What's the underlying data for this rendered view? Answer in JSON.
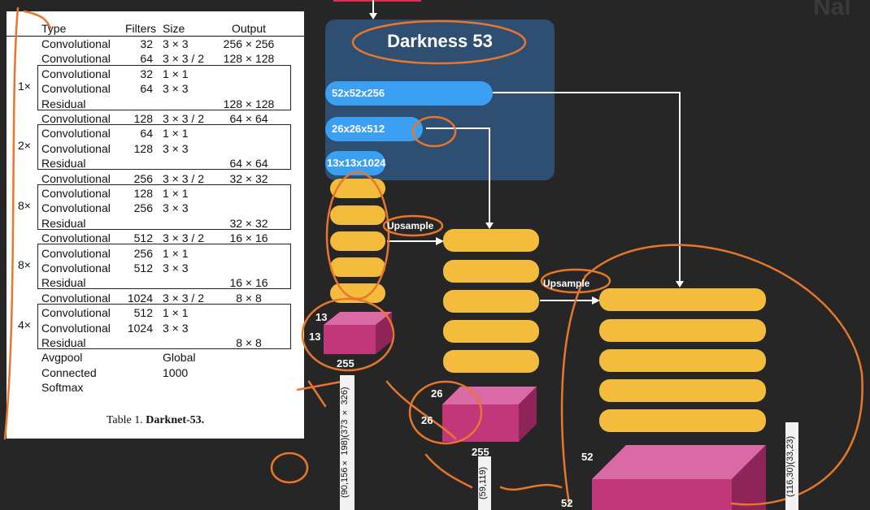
{
  "table": {
    "headers": {
      "type": "Type",
      "filters": "Filters",
      "size": "Size",
      "output": "Output"
    },
    "rows": [
      {
        "type": "Convolutional",
        "filters": "32",
        "size": "3 × 3",
        "output": "256 × 256"
      },
      {
        "type": "Convolutional",
        "filters": "64",
        "size": "3 × 3 / 2",
        "output": "128 × 128"
      },
      {
        "type": "Convolutional",
        "filters": "32",
        "size": "1 × 1",
        "output": ""
      },
      {
        "type": "Convolutional",
        "filters": "64",
        "size": "3 × 3",
        "output": ""
      },
      {
        "type": "Residual",
        "filters": "",
        "size": "",
        "output": "128 × 128"
      },
      {
        "type": "Convolutional",
        "filters": "128",
        "size": "3 × 3 / 2",
        "output": "64 × 64"
      },
      {
        "type": "Convolutional",
        "filters": "64",
        "size": "1 × 1",
        "output": ""
      },
      {
        "type": "Convolutional",
        "filters": "128",
        "size": "3 × 3",
        "output": ""
      },
      {
        "type": "Residual",
        "filters": "",
        "size": "",
        "output": "64 × 64"
      },
      {
        "type": "Convolutional",
        "filters": "256",
        "size": "3 × 3 / 2",
        "output": "32 × 32"
      },
      {
        "type": "Convolutional",
        "filters": "128",
        "size": "1 × 1",
        "output": ""
      },
      {
        "type": "Convolutional",
        "filters": "256",
        "size": "3 × 3",
        "output": ""
      },
      {
        "type": "Residual",
        "filters": "",
        "size": "",
        "output": "32 × 32"
      },
      {
        "type": "Convolutional",
        "filters": "512",
        "size": "3 × 3 / 2",
        "output": "16 × 16"
      },
      {
        "type": "Convolutional",
        "filters": "256",
        "size": "1 × 1",
        "output": ""
      },
      {
        "type": "Convolutional",
        "filters": "512",
        "size": "3 × 3",
        "output": ""
      },
      {
        "type": "Residual",
        "filters": "",
        "size": "",
        "output": "16 × 16"
      },
      {
        "type": "Convolutional",
        "filters": "1024",
        "size": "3 × 3 / 2",
        "output": "8 × 8"
      },
      {
        "type": "Convolutional",
        "filters": "512",
        "size": "1 × 1",
        "output": ""
      },
      {
        "type": "Convolutional",
        "filters": "1024",
        "size": "3 × 3",
        "output": ""
      },
      {
        "type": "Residual",
        "filters": "",
        "size": "",
        "output": "8 × 8"
      },
      {
        "type": "Avgpool",
        "filters": "",
        "size": "Global",
        "output": ""
      },
      {
        "type": "Connected",
        "filters": "",
        "size": "1000",
        "output": ""
      },
      {
        "type": "Softmax",
        "filters": "",
        "size": "",
        "output": ""
      }
    ],
    "multipliers": [
      "1×",
      "2×",
      "8×",
      "8×",
      "4×"
    ],
    "caption_prefix": "Table 1. ",
    "caption_bold": "Darknet-53."
  },
  "diagram": {
    "title": "Darkness 53",
    "feature_maps": [
      "52x52x256",
      "26x26x512",
      "13x13x1024"
    ],
    "upsample_1": "Upsample",
    "upsample_2": "Upsample",
    "cube_small": {
      "h": "13",
      "w": "13",
      "depth": "255"
    },
    "cube_mid": {
      "h": "26",
      "w": "26",
      "depth": "255"
    },
    "cube_large": {
      "h": "52",
      "w": "52"
    },
    "vertical_labels": [
      "(90,156× 198)(373 × 326)",
      "(59,119)",
      "(116,30)(33,23)"
    ]
  },
  "colors": {
    "blue_box": "#2e4e72",
    "pill": "#3b9ff2",
    "yellow": "#f4bc3c",
    "cube": "#c0387a",
    "annotation": "#e8762b"
  }
}
